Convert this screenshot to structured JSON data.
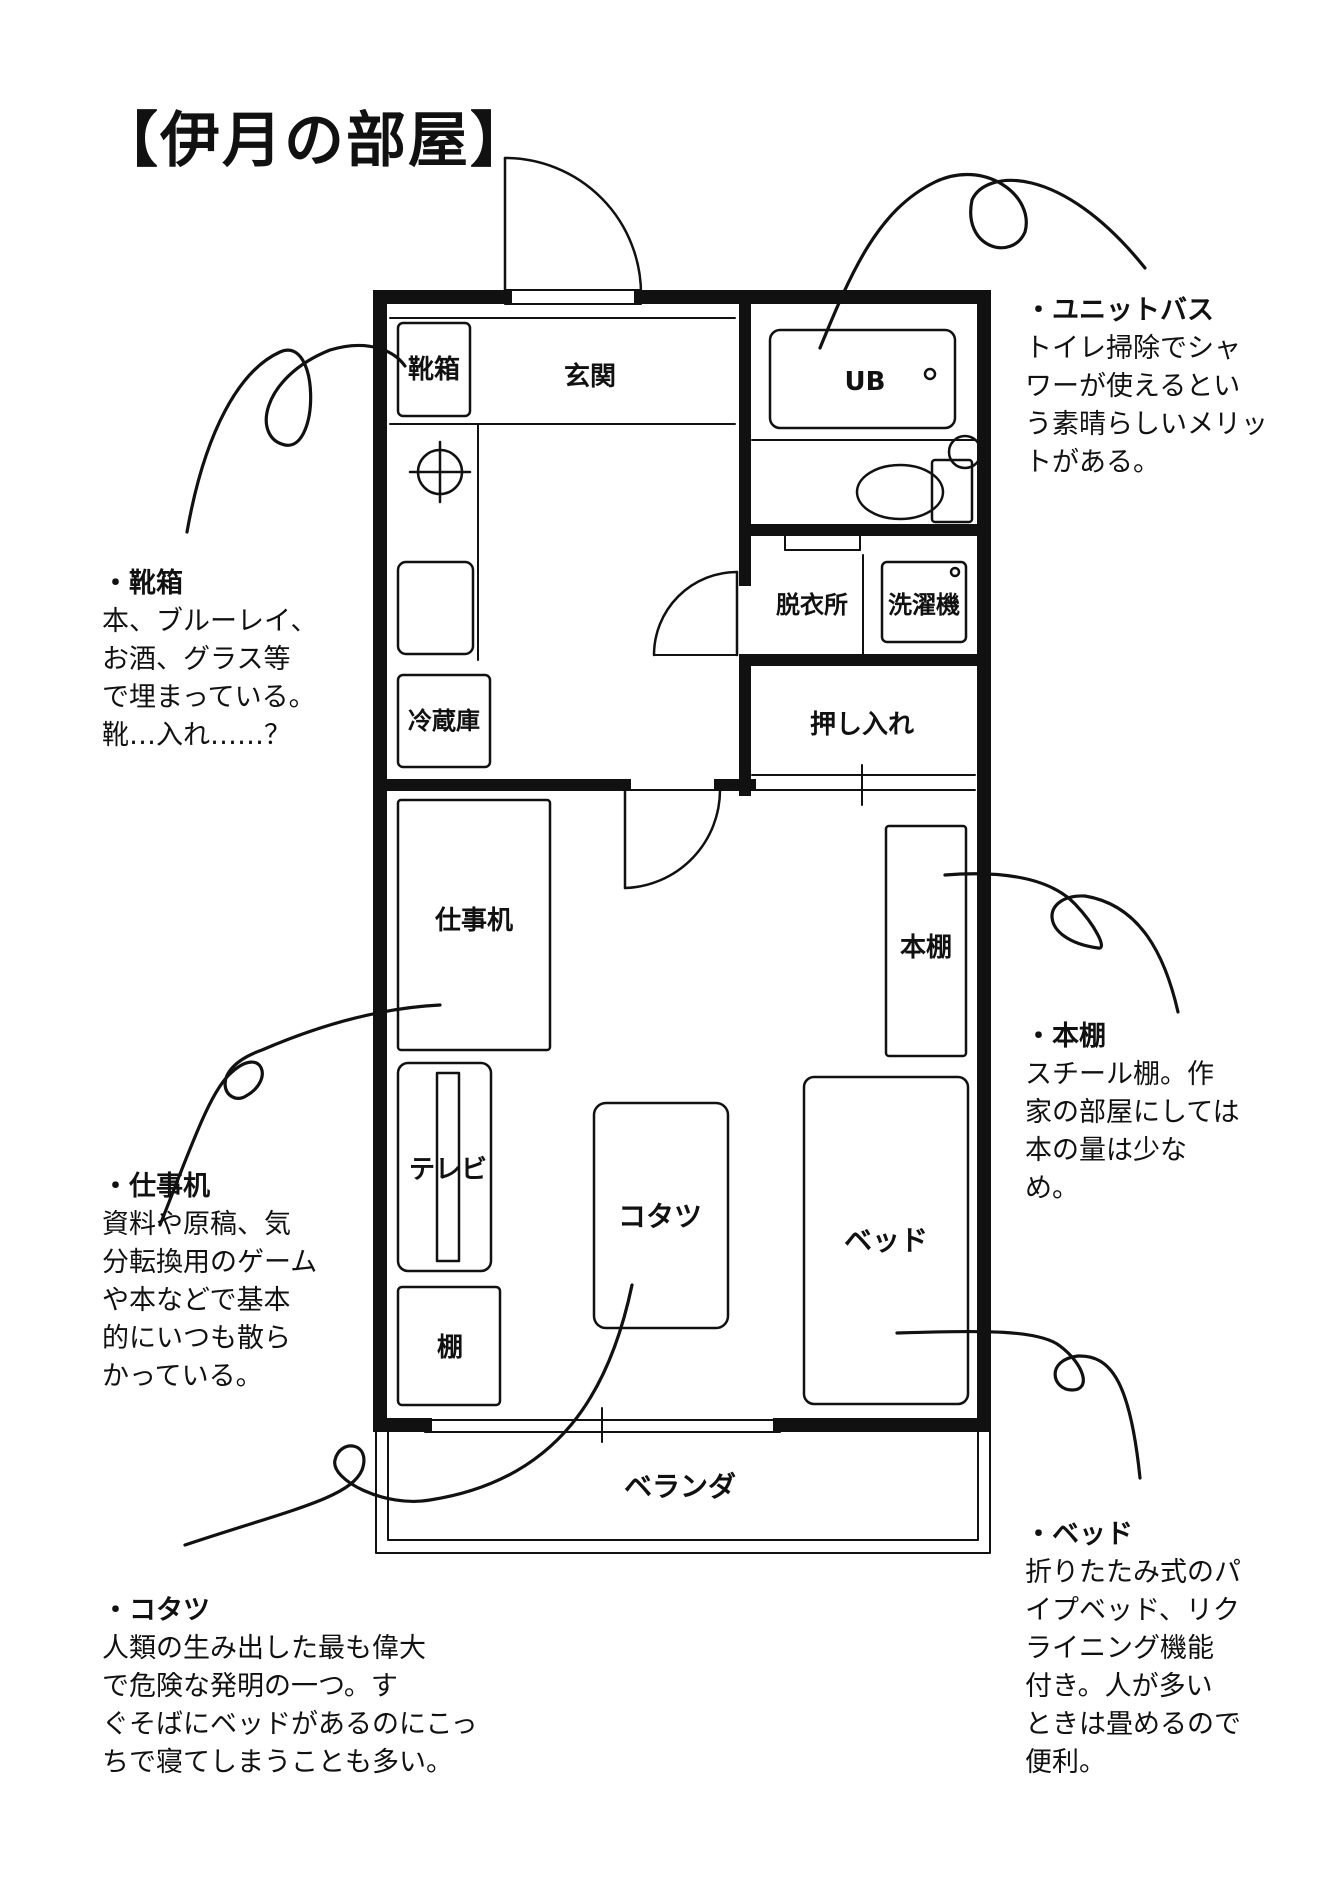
{
  "title": "【伊月の部屋】",
  "rooms": {
    "shoe_box": "靴箱",
    "entrance": "玄関",
    "unit_bath": "UB",
    "dressing": "脱衣所",
    "washer": "洗濯機",
    "fridge": "冷蔵庫",
    "closet": "押し入れ",
    "desk": "仕事机",
    "bookshelf": "本棚",
    "tv": "テレビ",
    "shelf": "棚",
    "kotatsu": "コタツ",
    "bed": "ベッド",
    "veranda": "ベランダ"
  },
  "notes": {
    "shoe_box": {
      "title": "・靴箱",
      "body": "本、ブルーレイ、\nお酒、グラス等\nで埋まっている。\n靴…入れ……？"
    },
    "desk": {
      "title": "・仕事机",
      "body": "資料や原稿、気\n分転換用のゲーム\nや本などで基本\n的にいつも散ら\nかっている。"
    },
    "kotatsu": {
      "title": "・コタツ",
      "body": "人類の生み出した最も偉大\nで危険な発明の一つ。す\nぐそばにベッドがあるのにこっ\nちで寝てしまうことも多い。"
    },
    "unit_bath": {
      "title": "・ユニットバス",
      "body": "トイレ掃除でシャ\nワーが使えるとい\nう素晴らしいメリッ\nトがある。"
    },
    "bookshelf": {
      "title": "・本棚",
      "body": "スチール棚。作\n家の部屋にしては\n本の量は少な\nめ。"
    },
    "bed": {
      "title": "・ベッド",
      "body": "折りたたみ式のパ\nイプベッド、リク\nライニング機能\n付き。人が多い\nときは畳めるので\n便利。"
    }
  }
}
